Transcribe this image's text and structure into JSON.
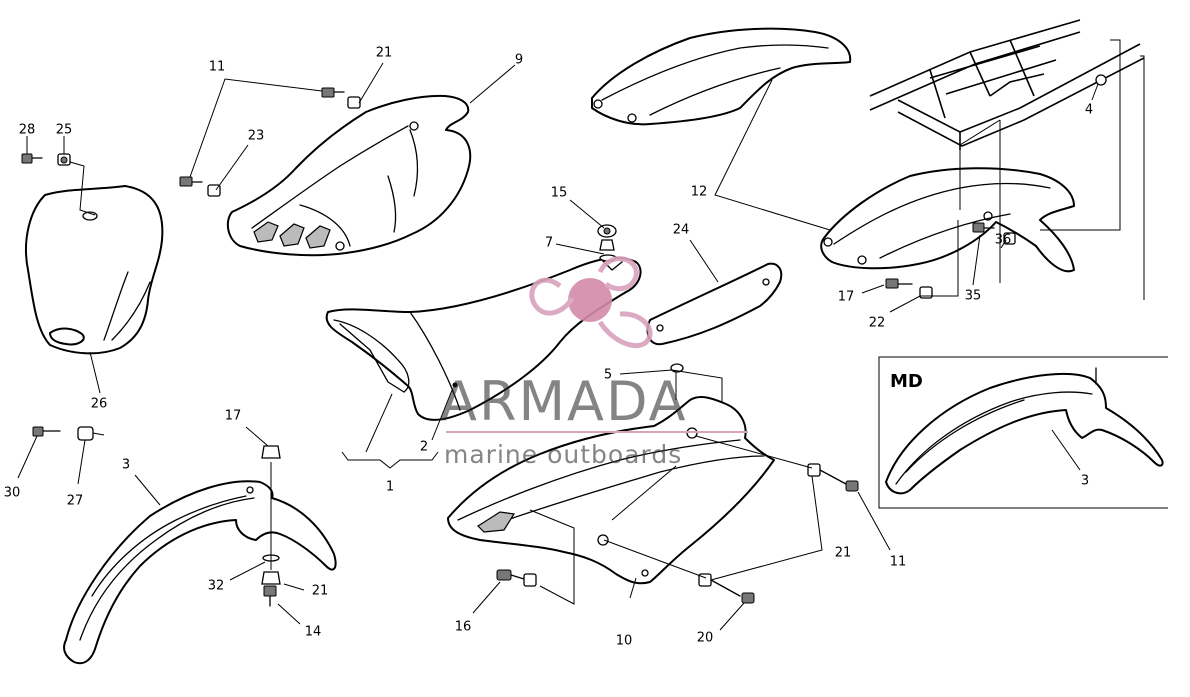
{
  "diagram": {
    "callouts": {
      "c1": "1",
      "c2": "2",
      "c3a": "3",
      "c3b": "3",
      "c4": "4",
      "c5": "5",
      "c7": "7",
      "c9": "9",
      "c10": "10",
      "c11a": "11",
      "c11b": "11",
      "c12": "12",
      "c14": "14",
      "c15": "15",
      "c16": "16",
      "c17a": "17",
      "c17b": "17",
      "c20": "20",
      "c21a": "21",
      "c21b": "21",
      "c21c": "21",
      "c22": "22",
      "c23": "23",
      "c24": "24",
      "c25": "25",
      "c26": "26",
      "c27": "27",
      "c28": "28",
      "c30": "30",
      "c32": "32",
      "c35": "35",
      "c36": "36"
    },
    "inset_title": "MD"
  },
  "watermark": {
    "title": "ARMADA",
    "subtitle": "marine outboards",
    "logo": "propeller-logo",
    "accent_color": "#d9a3bd",
    "accent_dark": "#d48aa9"
  }
}
